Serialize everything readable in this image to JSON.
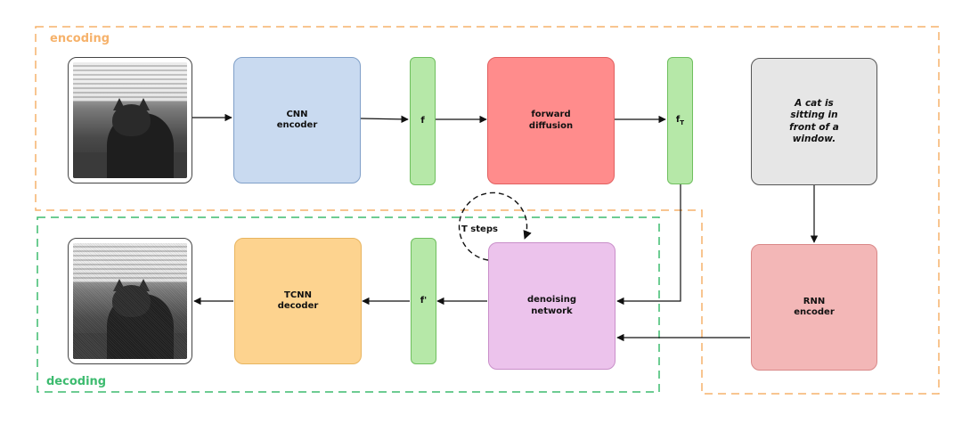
{
  "regions": {
    "encoding": "encoding",
    "decoding": "decoding"
  },
  "nodes": {
    "input_image": "",
    "cnn_encoder": "CNN\nencoder",
    "f": "f",
    "forward_diffusion": "forward\ndiffusion",
    "f_t": {
      "base": "f",
      "sub": "T"
    },
    "caption": "A cat is\nsitting in\nfront of a\nwindow.",
    "output_image": "",
    "tcnn_decoder": "TCNN\ndecoder",
    "f_prime": "f'",
    "denoising_network": "denoising\nnetwork",
    "rnn_encoder": "RNN\nencoder"
  },
  "loop_label": "T steps",
  "colors": {
    "encoding_border": "#f6b26b",
    "decoding_border": "#3dbb6f",
    "cnn_encoder": "#c9daf0",
    "feature_bar": "#b6e8a8",
    "forward_diffusion": "#ff8c8c",
    "caption_box": "#e6e6e6",
    "tcnn_decoder": "#fdd38f",
    "denoising_network": "#ecc3ec",
    "rnn_encoder": "#f3b7b7"
  }
}
